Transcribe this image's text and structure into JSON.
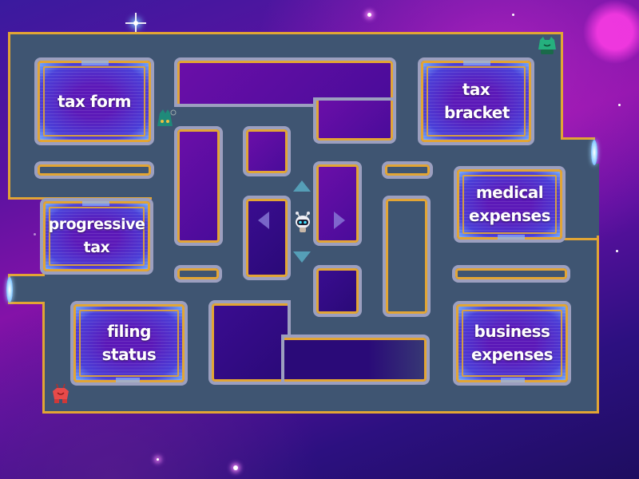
{
  "game": {
    "type": "maze-chase",
    "answers": [
      {
        "id": "tax-form",
        "label": "tax form"
      },
      {
        "id": "tax-bracket",
        "label": "tax bracket"
      },
      {
        "id": "progressive-tax",
        "label": "progressive tax"
      },
      {
        "id": "medical-expenses",
        "label": "medical expenses"
      },
      {
        "id": "filing-status",
        "label": "filing status"
      },
      {
        "id": "business-expenses",
        "label": "business expenses"
      }
    ],
    "player": {
      "name": "robot",
      "color": "#ffffff"
    },
    "enemies": [
      {
        "name": "teal-ghost",
        "color": "#1f9a8a"
      },
      {
        "name": "green-ghost",
        "color": "#25b07e"
      },
      {
        "name": "red-ghost",
        "color": "#e84a4a"
      }
    ],
    "controls": {
      "up": "arrow-up",
      "down": "arrow-down",
      "left": "arrow-left",
      "right": "arrow-right"
    },
    "colors": {
      "floor": "#3f5572",
      "wall_trim": "#e2a534",
      "wall_border": "#9c9fbf",
      "hole": "#5a0ea4"
    }
  }
}
